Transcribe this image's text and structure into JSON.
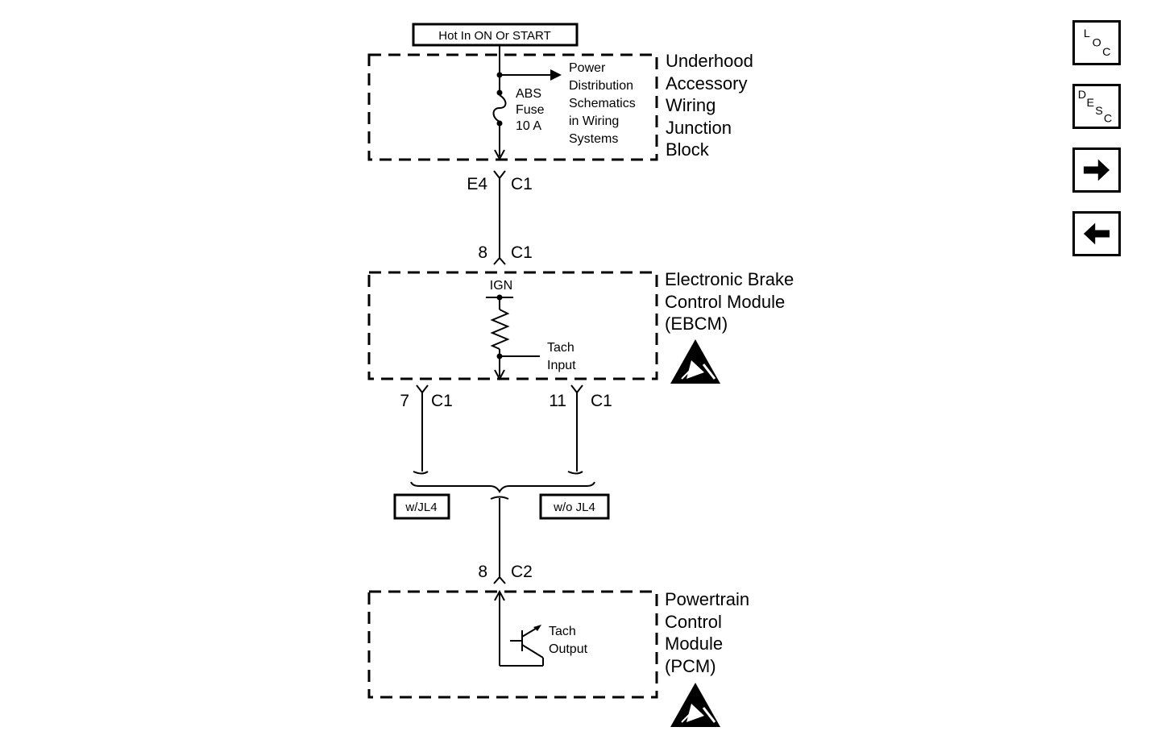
{
  "supply": {
    "label": "Hot In ON Or START"
  },
  "underhood_block": {
    "name_lines": [
      "Underhood",
      "Accessory",
      "Wiring",
      "Junction",
      "Block"
    ],
    "fuse_lines": [
      "ABS",
      "Fuse",
      "10 A"
    ],
    "ref_lines": [
      "Power",
      "Distribution",
      "Schematics",
      "in Wiring",
      "Systems"
    ]
  },
  "connectors": {
    "e4_pin": "E4",
    "e4_conn": "C1",
    "ebcm_in_pin": "8",
    "ebcm_in_conn": "C1",
    "ebcm_out_left_pin": "7",
    "ebcm_out_left_conn": "C1",
    "ebcm_out_right_pin": "11",
    "ebcm_out_right_conn": "C1",
    "pcm_pin": "8",
    "pcm_conn": "C2"
  },
  "ebcm": {
    "name_lines": [
      "Electronic Brake",
      "Control Module",
      "(EBCM)"
    ],
    "ign_label": "IGN",
    "tach_lines": [
      "Tach",
      "Input"
    ]
  },
  "options": {
    "left": "w/JL4",
    "right": "w/o JL4"
  },
  "pcm": {
    "name_lines": [
      "Powertrain",
      "Control",
      "Module",
      "(PCM)"
    ],
    "tach_lines": [
      "Tach",
      "Output"
    ]
  },
  "nav": {
    "loc": [
      "L",
      "O",
      "C"
    ],
    "desc": [
      "D",
      "E",
      "S",
      "C"
    ],
    "next_icon": "arrow-right-icon",
    "prev_icon": "arrow-left-icon"
  }
}
